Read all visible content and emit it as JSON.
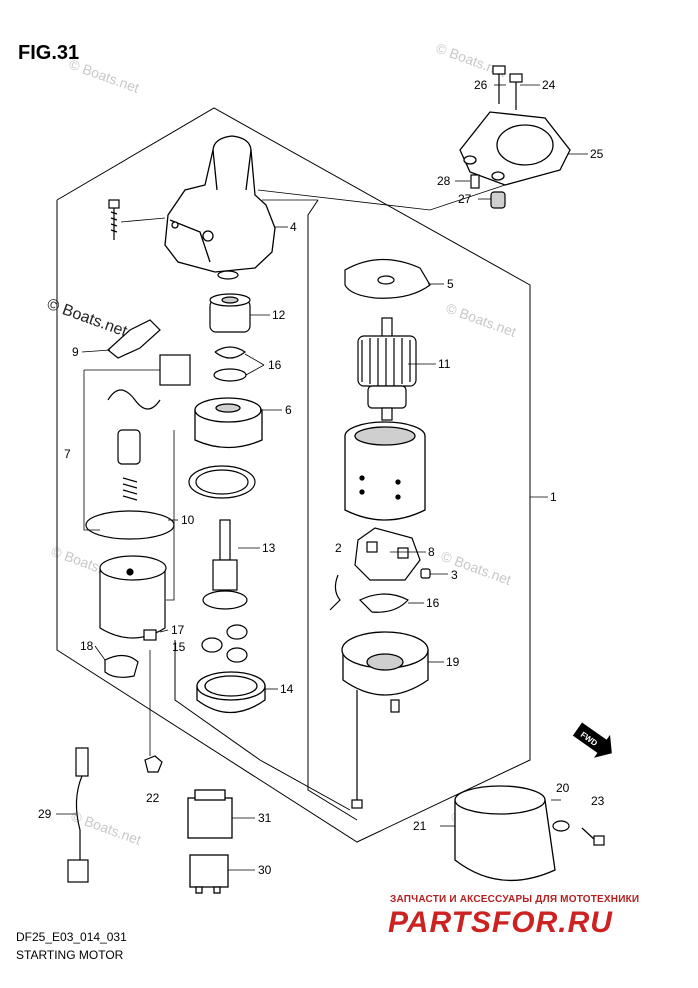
{
  "figure": {
    "title": "FIG.31",
    "code": "DF25_E03_014_031",
    "caption": "STARTING MOTOR"
  },
  "watermark": "© Boats.net",
  "shop": {
    "text": "ЗАПЧАСТИ И АКСЕССУАРЫ ДЛЯ МОТОТЕХНИКИ",
    "logo": "PARTSFOR.RU"
  },
  "direction_badge": "FWD",
  "callouts": [
    "1",
    "2",
    "3",
    "4",
    "5",
    "6",
    "7",
    "8",
    "9",
    "10",
    "11",
    "12",
    "13",
    "14",
    "15",
    "16",
    "16",
    "17",
    "18",
    "19",
    "20",
    "21",
    "22",
    "23",
    "24",
    "25",
    "26",
    "27",
    "28",
    "29",
    "30",
    "31"
  ],
  "colors": {
    "line": "#000000",
    "part_fill": "#ffffff",
    "shade": "#cfcfcf",
    "watermark": "#c8c8c8",
    "shop_red": "#cc2222"
  }
}
